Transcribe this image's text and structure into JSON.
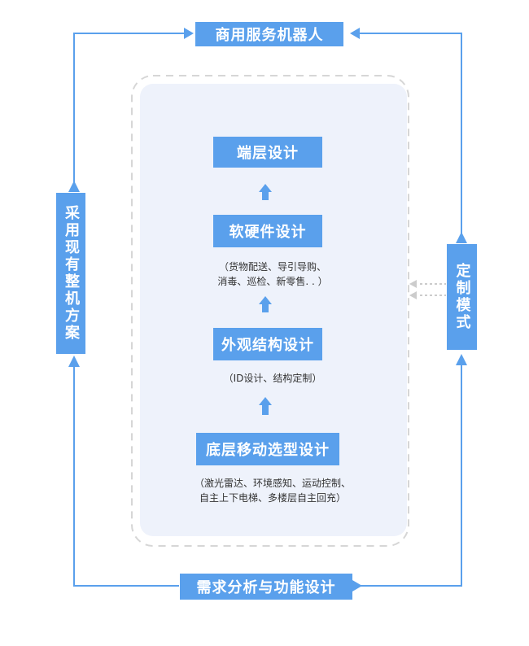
{
  "top_label": "商用服务机器人",
  "bottom_label": "需求分析与功能设计",
  "left_label": "采用现有整机方案",
  "right_label": "定制模式",
  "layers": {
    "terminal": {
      "title": "端层设计"
    },
    "software_hardware": {
      "title": "软硬件设计",
      "note_line1": "（货物配送、导引导购、",
      "note_line2": "消毒、巡检、新零售. . ）"
    },
    "appearance": {
      "title": "外观结构设计",
      "note_line1": "（ID设计、结构定制）"
    },
    "chassis": {
      "title": "底层移动选型设计",
      "note_line1": "（激光雷达、环境感知、运动控制、",
      "note_line2": "自主上下电梯、多楼层自主回充）"
    }
  },
  "colors": {
    "box_fill": "#5aa0ec",
    "arrow_blue": "#5aa0ec",
    "panel_fill": "#eef2fb",
    "dashed_border": "#d6d6d6",
    "dotted_arrow": "#cccccc"
  }
}
